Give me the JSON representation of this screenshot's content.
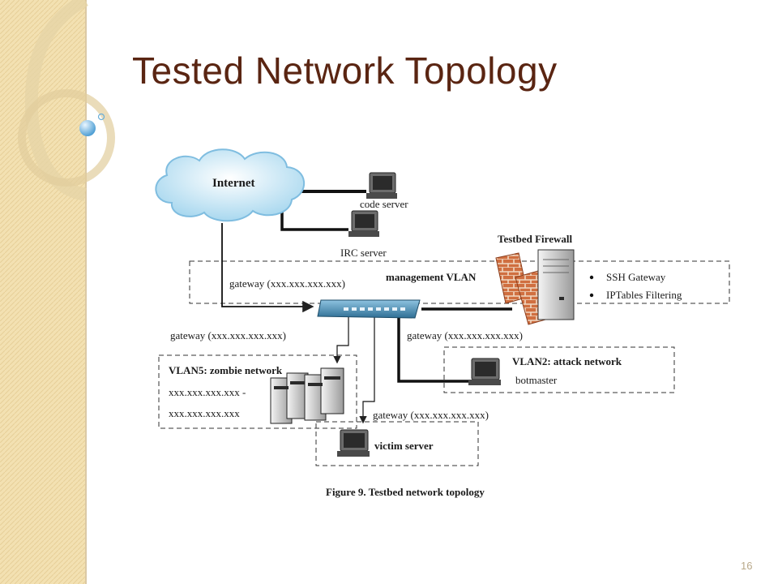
{
  "slide": {
    "title": "Tested Network Topology",
    "page_number": "16"
  },
  "diagram": {
    "internet": "Internet",
    "code_server": "code server",
    "irc_server": "IRC server",
    "testbed_firewall": "Testbed Firewall",
    "management_vlan": "management VLAN",
    "firewall_features": [
      "SSH Gateway",
      "IPTables Filtering"
    ],
    "gateway_mgmt": "gateway (xxx.xxx.xxx.xxx)",
    "gateway_left": "gateway (xxx.xxx.xxx.xxx)",
    "gateway_right": "gateway (xxx.xxx.xxx.xxx)",
    "gateway_victim": "gateway (xxx.xxx.xxx.xxx)",
    "vlan5_title": "VLAN5: zombie network",
    "vlan5_range_1": "xxx.xxx.xxx.xxx -",
    "vlan5_range_2": "xxx.xxx.xxx.xxx",
    "vlan2_title": "VLAN2: attack network",
    "botmaster": "botmaster",
    "victim_server": "victim server",
    "caption": "Figure 9. Testbed network topology"
  },
  "colors": {
    "title": "#5a2512",
    "sidebar": "#f2dfb0",
    "switch": "#3d7fa4",
    "brick": "#c4633b"
  }
}
